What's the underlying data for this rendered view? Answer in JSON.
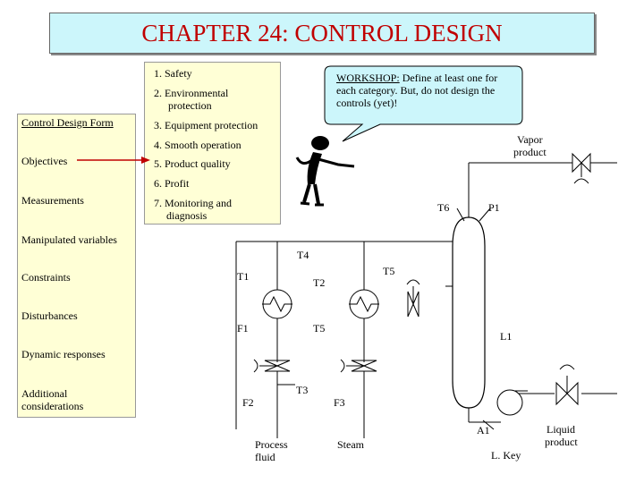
{
  "title": "CHAPTER 24: CONTROL DESIGN",
  "left_panel": {
    "items": [
      "Control Design Form",
      "Objectives",
      "Measurements",
      "Manipulated variables",
      "Constraints",
      "Disturbances",
      "Dynamic responses",
      "Additional",
      "considerations"
    ]
  },
  "objectives": {
    "items": [
      "1.  Safety",
      "2.  Environmental",
      "protection",
      "3.  Equipment protection",
      "4.  Smooth operation",
      "5.  Product quality",
      "6.  Profit",
      "7.  Monitoring and",
      "diagnosis"
    ]
  },
  "workshop": {
    "heading": "WORKSHOP:",
    "text": " Define at least one for each category.  But, do not design the controls (yet)!"
  },
  "diagram": {
    "labels": {
      "vapor1": "Vapor",
      "vapor2": "product",
      "t6": "T6",
      "p1": "P1",
      "t4": "T4",
      "t1": "T1",
      "t2": "T2",
      "t5a": "T5",
      "f1": "F1",
      "t5b": "T5",
      "l1": "L1",
      "t3": "T3",
      "f2": "F2",
      "f3": "F3",
      "a1": "A1",
      "liquid1": "Liquid",
      "liquid2": "product",
      "process1": "Process",
      "process2": "fluid",
      "steam": "Steam",
      "lkey": "L. Key"
    }
  },
  "colors": {
    "title_bg": "#ccf6fb",
    "title_text": "#c00000",
    "panel_bg": "#ffffd6",
    "arrow": "#c00000"
  }
}
